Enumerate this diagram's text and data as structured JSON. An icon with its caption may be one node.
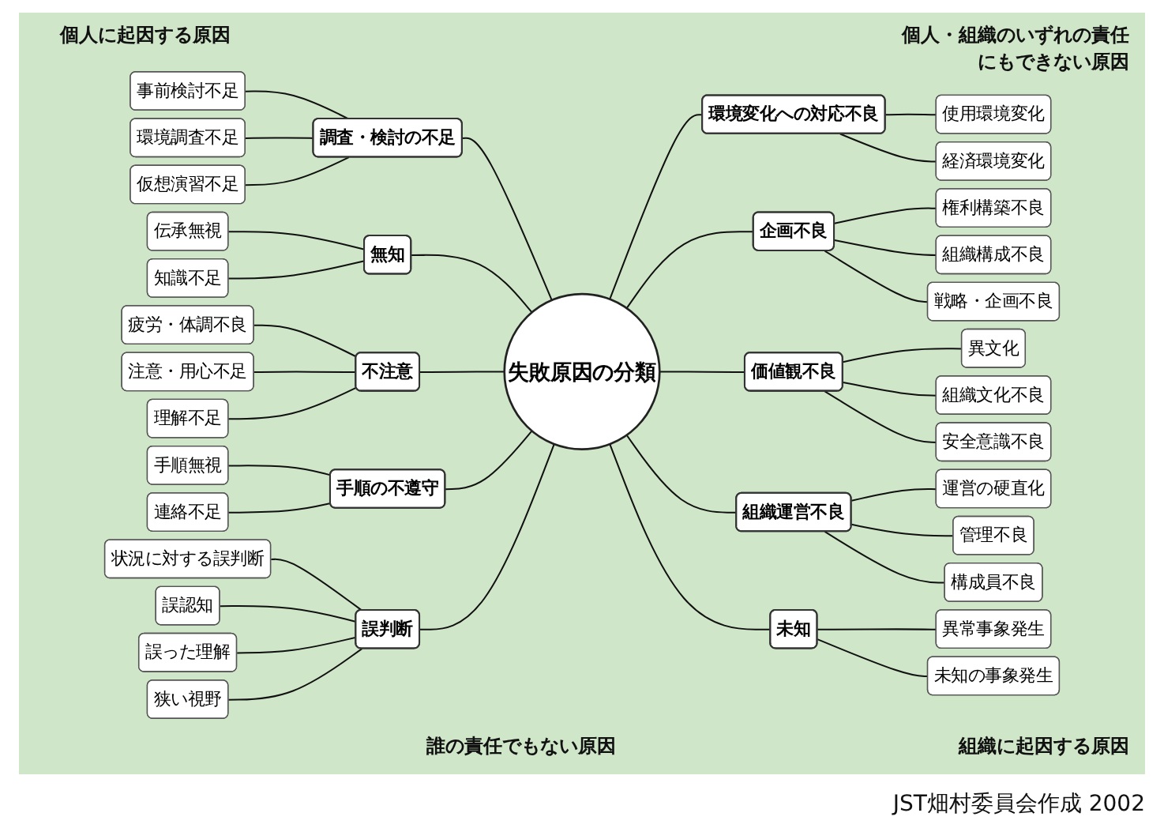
{
  "diagram": {
    "caption": "JST畑村委員会作成 2002",
    "nodes": [
      {
        "text": [
          "失敗原因の分類"
        ]
      },
      {
        "text": [
          "調査・検討の不足"
        ]
      },
      {
        "text": [
          "環境変化への対応不良"
        ]
      },
      {
        "text": [
          "企画不良"
        ]
      },
      {
        "text": [
          "価値観不良"
        ]
      },
      {
        "text": [
          "組織運営不良"
        ]
      },
      {
        "text": [
          "未知"
        ]
      },
      {
        "text": [
          "無知"
        ]
      },
      {
        "text": [
          "不注意"
        ]
      },
      {
        "text": [
          "手順の不遵守"
        ]
      },
      {
        "text": [
          "誤判断"
        ]
      },
      {
        "text": [
          "事前検討不足"
        ]
      },
      {
        "text": [
          "環境調査不足"
        ]
      },
      {
        "text": [
          "仮想演習不足"
        ]
      },
      {
        "text": [
          "使用環境変化"
        ]
      },
      {
        "text": [
          "経済環境変化"
        ]
      },
      {
        "text": [
          "権利構築不良"
        ]
      },
      {
        "text": [
          "組織構成不良"
        ]
      },
      {
        "text": [
          "戦略・企画不良"
        ]
      },
      {
        "text": [
          "異文化"
        ]
      },
      {
        "text": [
          "組織文化不良"
        ]
      },
      {
        "text": [
          "安全意識不良"
        ]
      },
      {
        "text": [
          "運営の硬直化"
        ]
      },
      {
        "text": [
          "管理不良"
        ]
      },
      {
        "text": [
          "構成員不良"
        ]
      },
      {
        "text": [
          "異常事象発生"
        ]
      },
      {
        "text": [
          "未知の事象発生"
        ]
      },
      {
        "text": [
          "伝承無視"
        ]
      },
      {
        "text": [
          "知識不足"
        ]
      },
      {
        "text": [
          "疲労・体調不良"
        ]
      },
      {
        "text": [
          "注意・用心不足"
        ]
      },
      {
        "text": [
          "理解不足"
        ]
      },
      {
        "text": [
          "手順無視"
        ]
      },
      {
        "text": [
          "連絡不足"
        ]
      },
      {
        "text": [
          "状況に対する誤判断"
        ]
      },
      {
        "text": [
          "誤認知"
        ]
      },
      {
        "text": [
          "誤った理解"
        ]
      },
      {
        "text": [
          "狭い視野"
        ]
      }
    ],
    "edges": [
      {
        "from": 1,
        "to": 0,
        "arrow": "none"
      },
      {
        "from": 0,
        "to": 2,
        "arrow": "none"
      },
      {
        "from": 0,
        "to": 3,
        "arrow": "none"
      },
      {
        "from": 0,
        "to": 4,
        "arrow": "none"
      },
      {
        "from": 0,
        "to": 5,
        "arrow": "none"
      },
      {
        "from": 0,
        "to": 6,
        "arrow": "none"
      },
      {
        "from": 7,
        "to": 0,
        "arrow": "none"
      },
      {
        "from": 8,
        "to": 0,
        "arrow": "none"
      },
      {
        "from": 9,
        "to": 0,
        "arrow": "none"
      },
      {
        "from": 10,
        "to": 0,
        "arrow": "none"
      },
      {
        "from": 11,
        "to": 1,
        "arrow": "none"
      },
      {
        "from": 12,
        "to": 1,
        "arrow": "none"
      },
      {
        "from": 13,
        "to": 1,
        "arrow": "none"
      },
      {
        "from": 2,
        "to": 14,
        "arrow": "none"
      },
      {
        "from": 2,
        "to": 15,
        "arrow": "none"
      },
      {
        "from": 3,
        "to": 16,
        "arrow": "none"
      },
      {
        "from": 3,
        "to": 17,
        "arrow": "none"
      },
      {
        "from": 3,
        "to": 18,
        "arrow": "none"
      },
      {
        "from": 4,
        "to": 19,
        "arrow": "none"
      },
      {
        "from": 4,
        "to": 20,
        "arrow": "none"
      },
      {
        "from": 4,
        "to": 21,
        "arrow": "none"
      },
      {
        "from": 5,
        "to": 22,
        "arrow": "none"
      },
      {
        "from": 5,
        "to": 23,
        "arrow": "none"
      },
      {
        "from": 5,
        "to": 24,
        "arrow": "none"
      },
      {
        "from": 6,
        "to": 25,
        "arrow": "none"
      },
      {
        "from": 6,
        "to": 26,
        "arrow": "none"
      },
      {
        "from": 27,
        "to": 7,
        "arrow": "none"
      },
      {
        "from": 28,
        "to": 7,
        "arrow": "none"
      },
      {
        "from": 29,
        "to": 8,
        "arrow": "none"
      },
      {
        "from": 30,
        "to": 8,
        "arrow": "none"
      },
      {
        "from": 31,
        "to": 8,
        "arrow": "none"
      },
      {
        "from": 32,
        "to": 9,
        "arrow": "none"
      },
      {
        "from": 33,
        "to": 9,
        "arrow": "none"
      },
      {
        "from": 34,
        "to": 10,
        "arrow": "none"
      },
      {
        "from": 35,
        "to": 10,
        "arrow": "none"
      },
      {
        "from": 36,
        "to": 10,
        "arrow": "none"
      },
      {
        "from": 37,
        "to": 10,
        "arrow": "none"
      }
    ],
    "labels": [
      "個人に起因する原因",
      "個人・組織のいずれの責任にもできない原因",
      "誰の責任でもない原因",
      "組織に起因する原因"
    ]
  }
}
